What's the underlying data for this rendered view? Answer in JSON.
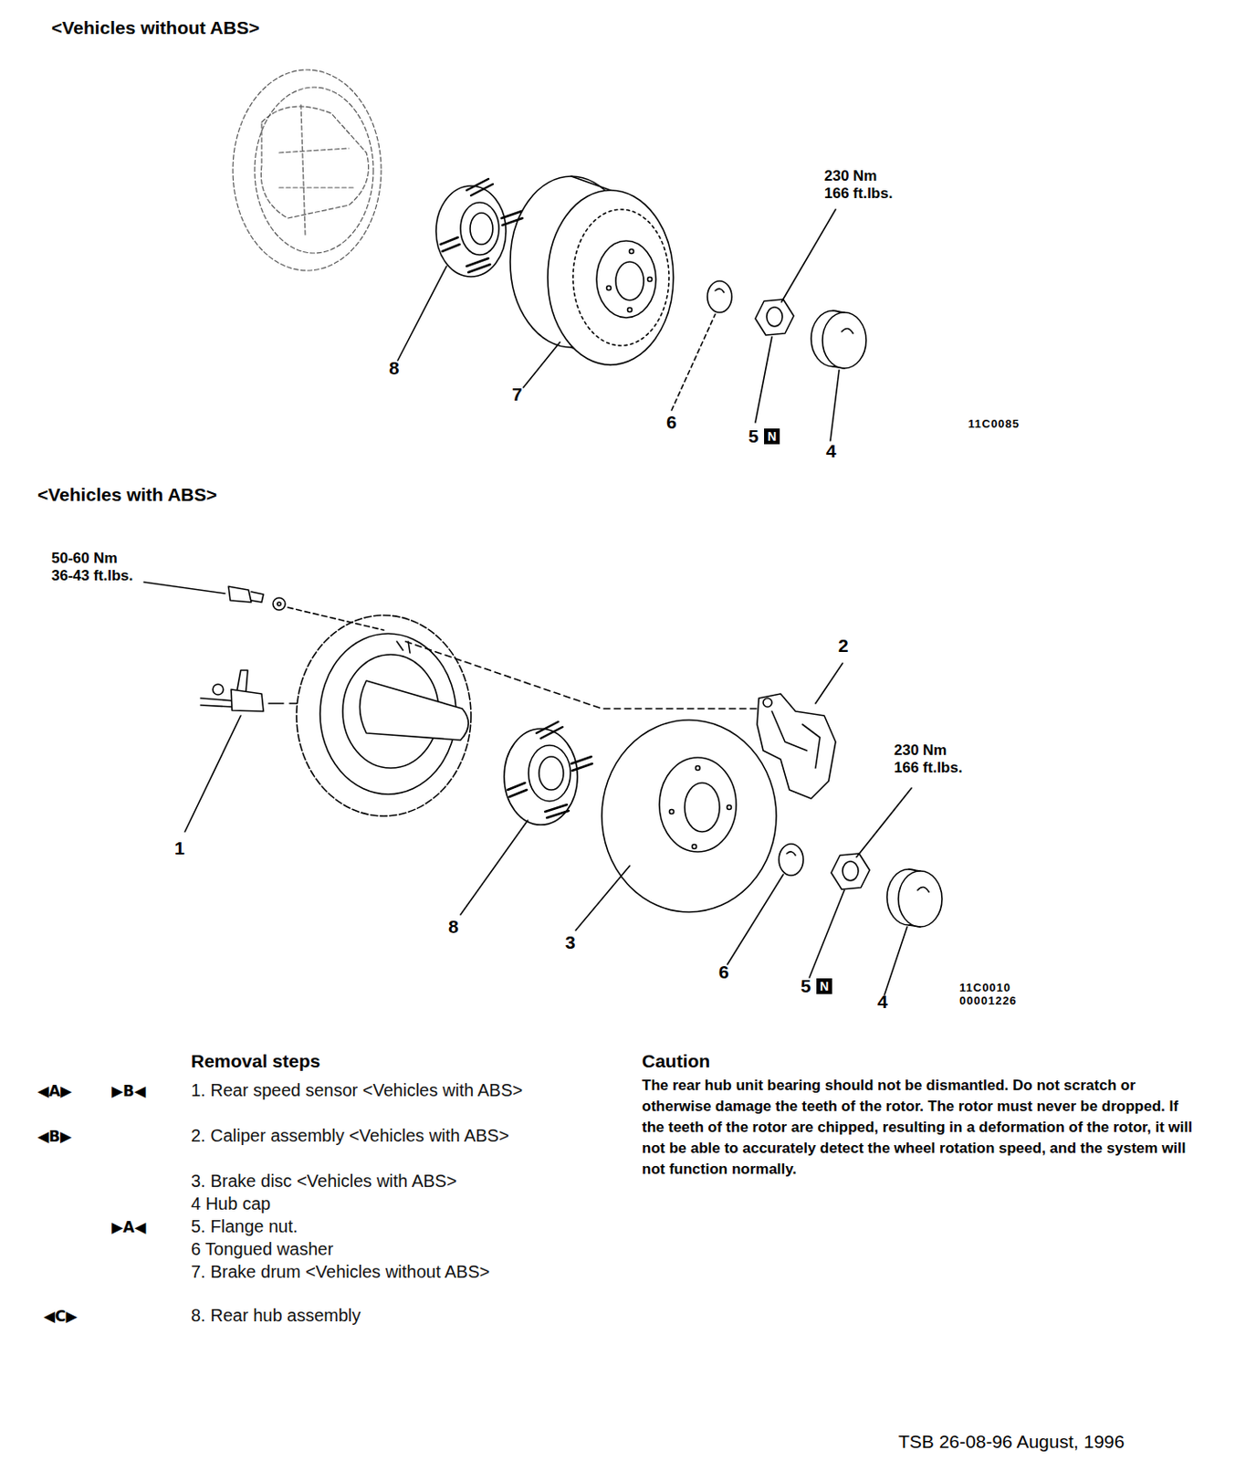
{
  "diagram": {
    "labels": [
      "<Vehicles without ABS>",
      "230 Nm 166 ft.lbs.",
      "8",
      "7",
      "6",
      "5",
      "N",
      "4",
      "11C0085",
      "<Vehicles with ABS>",
      "50-60 Nm 36-43 ft.lbs.",
      "2",
      "230 Nm 166 ft.lbs.",
      "1",
      "8",
      "3",
      "6",
      "5",
      "N",
      "4",
      "11C0010 00001226",
      "Removal steps",
      "◀A▶",
      "▶B◀",
      "1. Rear speed sensor <Vehicles with ABS>",
      "◀B▶",
      "2. Caliper assembly <Vehicles with ABS>",
      "3. Brake disc <Vehicles with ABS>",
      "4 Hub cap",
      "▶A◀",
      "5. Flange nut.",
      "6 Tongued washer",
      "7. Brake drum <Vehicles without ABS>",
      "◀C▶",
      "8. Rear hub assembly",
      "Caution",
      "The rear hub unit bearing should not be dismantled. Do not scratch or otherwise damage the teeth of the rotor. The rotor must never be dropped. If the teeth of the rotor are chipped, resulting in a deformation of the rotor, it will not be able to accurately detect the wheel rotation speed, and the system will not function normally.",
      "TSB 26-08-96 August, 1996"
    ]
  }
}
